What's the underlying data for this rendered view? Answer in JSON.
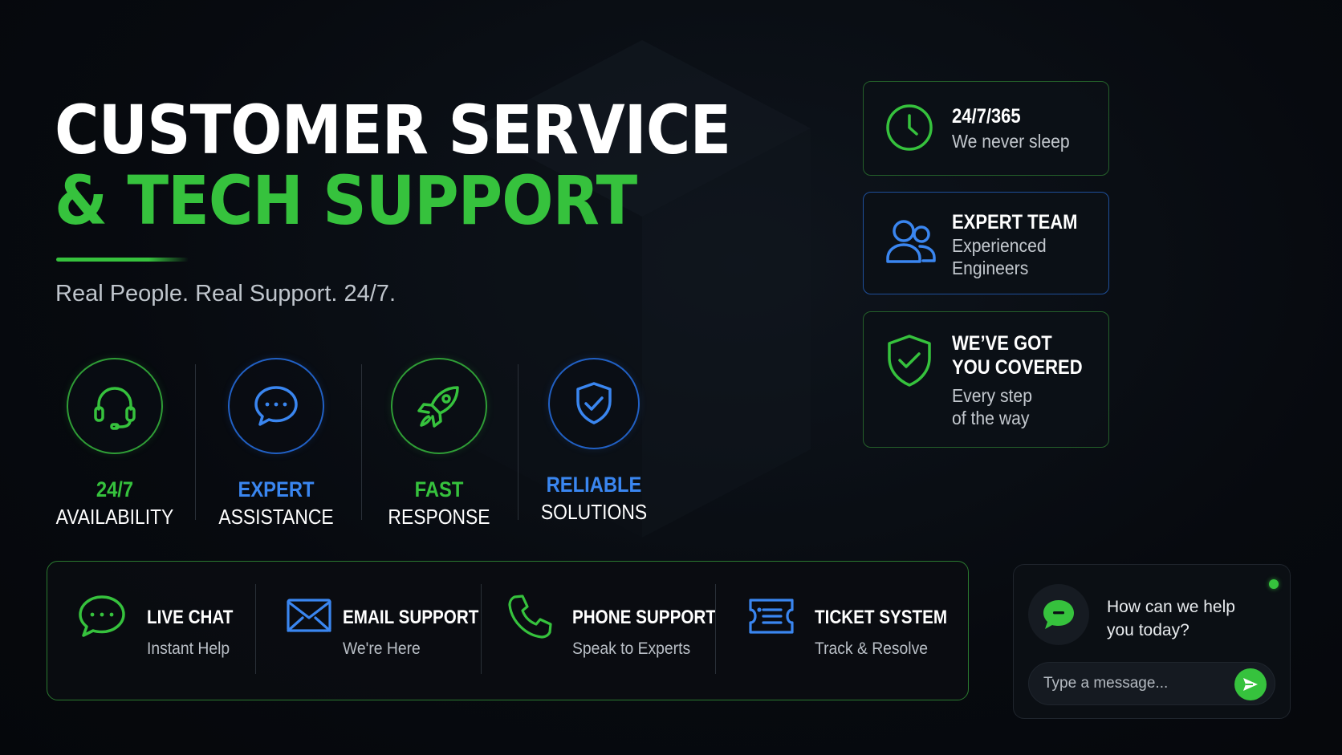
{
  "hero": {
    "title_line1": "CUSTOMER SERVICE",
    "title_line2": "& TECH SUPPORT",
    "tagline": "Real People. Real Support. 24/7."
  },
  "features": [
    {
      "line1": "24/7",
      "line2": "AVAILABILITY",
      "icon": "headset-icon",
      "accent": "green"
    },
    {
      "line1": "EXPERT",
      "line2": "ASSISTANCE",
      "icon": "chat-bubble-icon",
      "accent": "blue"
    },
    {
      "line1": "FAST",
      "line2": "RESPONSE",
      "icon": "rocket-icon",
      "accent": "green"
    },
    {
      "line1": "RELIABLE",
      "line2": "SOLUTIONS",
      "icon": "shield-check-icon",
      "accent": "blue"
    }
  ],
  "cards": [
    {
      "title": "24/7/365",
      "subtitle": "We never sleep",
      "icon": "clock-icon"
    },
    {
      "title": "EXPERT TEAM",
      "subtitle_line1": "Experienced",
      "subtitle_line2": "Engineers",
      "icon": "team-icon"
    },
    {
      "title_line1": "WE’VE GOT",
      "title_line2": "YOU COVERED",
      "subtitle_line1": "Every step",
      "subtitle_line2": "of the way",
      "icon": "shield-check-icon"
    }
  ],
  "support": [
    {
      "title": "LIVE CHAT",
      "subtitle": "Instant Help",
      "icon": "chat-bubble-icon"
    },
    {
      "title": "EMAIL SUPPORT",
      "subtitle": "We're Here",
      "icon": "envelope-icon"
    },
    {
      "title": "PHONE SUPPORT",
      "subtitle": "Speak to Experts",
      "icon": "phone-icon"
    },
    {
      "title": "TICKET SYSTEM",
      "subtitle": "Track & Resolve",
      "icon": "ticket-icon"
    }
  ],
  "chat_widget": {
    "greeting": "How can we help you today?",
    "input_placeholder": "Type a message...",
    "status": "online"
  },
  "colors": {
    "accent_green": "#36c23d",
    "accent_blue": "#3a86f0",
    "background": "#070a0f"
  }
}
